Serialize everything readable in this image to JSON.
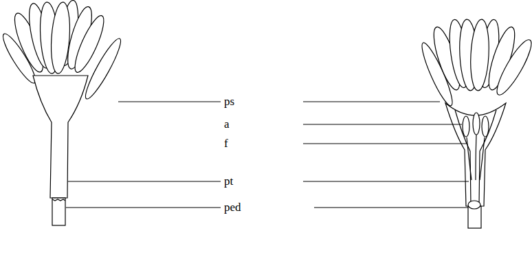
{
  "diagram": {
    "labels": [
      "ps",
      "a",
      "f",
      "pt",
      "ped"
    ]
  }
}
